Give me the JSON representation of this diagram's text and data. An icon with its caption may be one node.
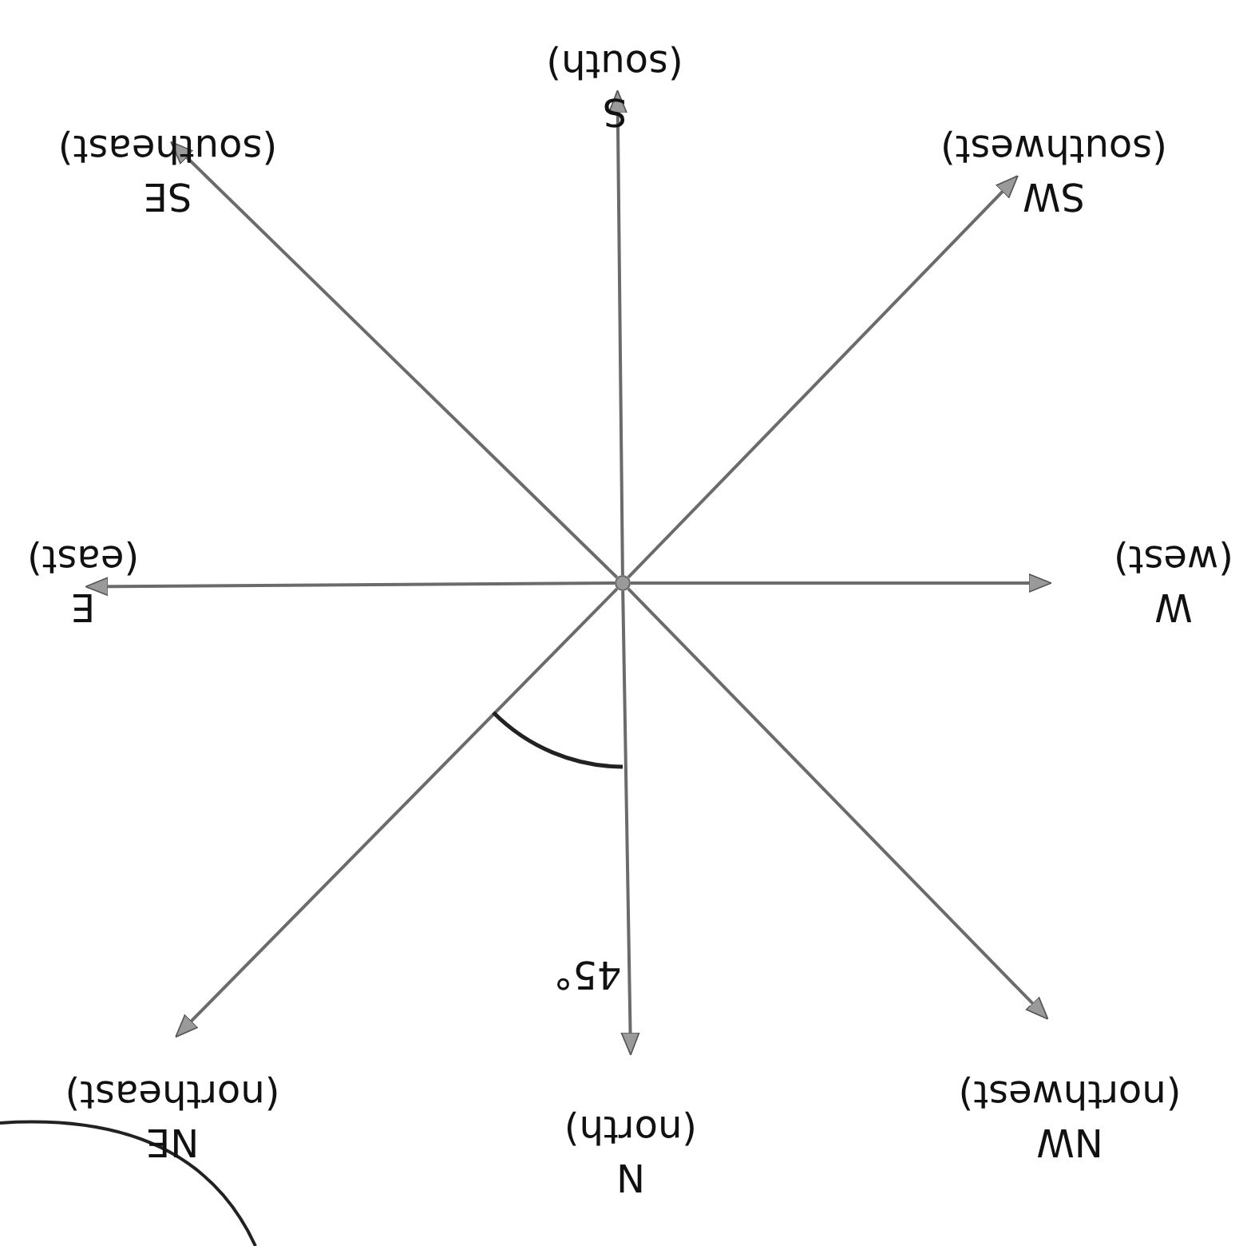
{
  "diagram": {
    "nodes": [
      {
        "text": [
          "N",
          "(north)"
        ]
      },
      {
        "text": [
          "NW",
          "(northwest)"
        ]
      },
      {
        "text": [
          "NE",
          "(northeast)"
        ]
      },
      {
        "text": [
          "W",
          "(west)"
        ]
      },
      {
        "text": [],
        "shape": "circle"
      },
      {
        "text": [
          "E",
          "(east)"
        ]
      },
      {
        "text": [
          "SW",
          "(southwest)"
        ]
      },
      {
        "text": [
          "SE",
          "(southeast)"
        ]
      },
      {
        "text": [
          "S",
          "(south)"
        ]
      }
    ],
    "edges": [
      {
        "from": 4,
        "to": 0,
        "arrow": "to"
      },
      {
        "from": 4,
        "to": 1,
        "arrow": "to"
      },
      {
        "from": 4,
        "to": 2,
        "arrow": "to"
      },
      {
        "from": 4,
        "to": 3,
        "arrow": "to"
      },
      {
        "from": 4,
        "to": 5,
        "arrow": "to"
      },
      {
        "from": 4,
        "to": 6,
        "arrow": "to"
      },
      {
        "from": 4,
        "to": 7,
        "arrow": "to"
      },
      {
        "from": 4,
        "to": 8,
        "arrow": "to"
      }
    ],
    "labels": [
      "45°"
    ]
  }
}
